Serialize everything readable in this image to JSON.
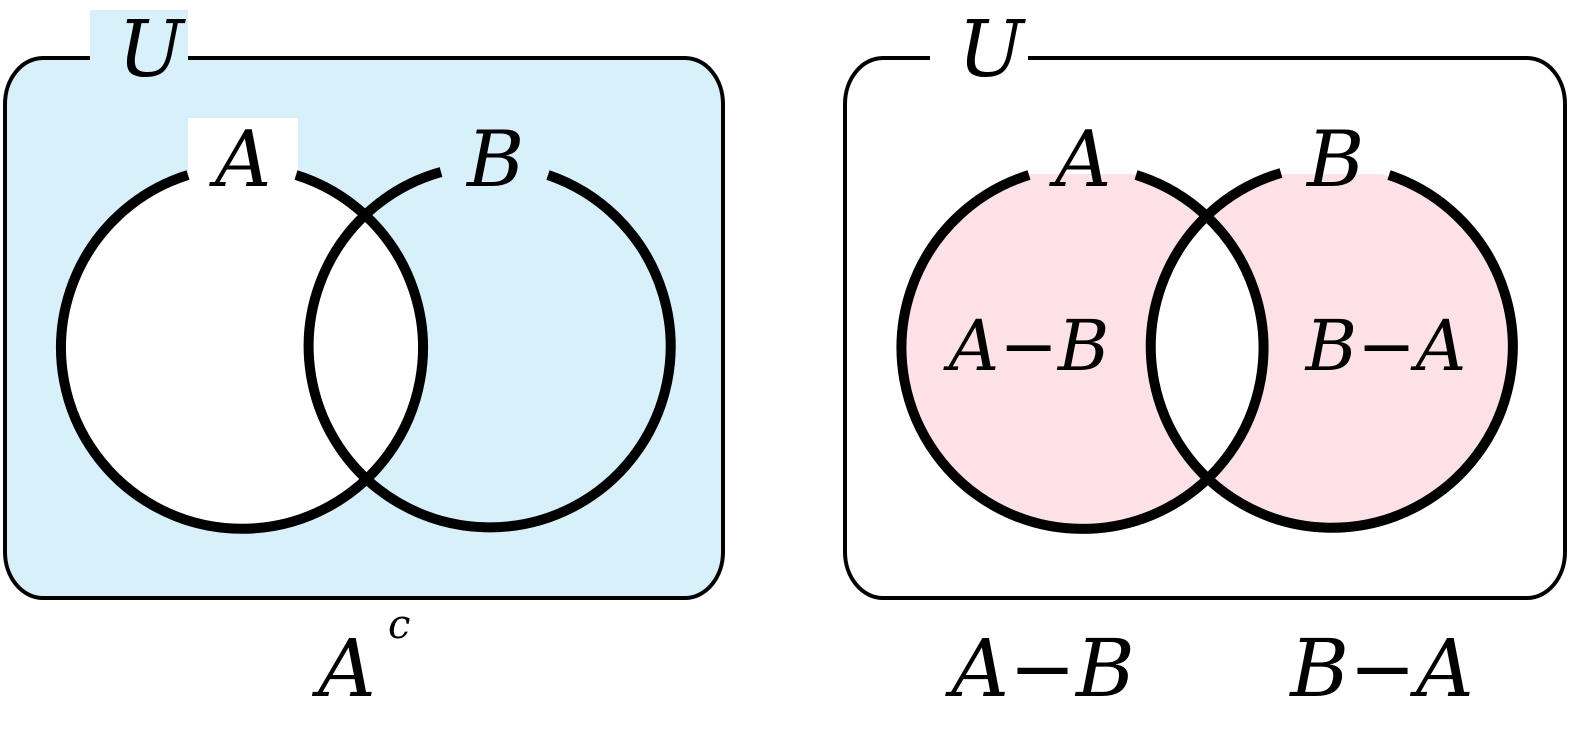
{
  "colors": {
    "complement_fill": "#d8f0fa",
    "difference_fill": "#fce1e6",
    "stroke": "#000000",
    "background": "#ffffff"
  },
  "left_diagram": {
    "universe_label": "U",
    "set_a_label": "A",
    "set_b_label": "B",
    "caption_base": "A",
    "caption_superscript": "c",
    "shaded_region": "complement of A"
  },
  "right_diagram": {
    "universe_label": "U",
    "set_a_label": "A",
    "set_b_label": "B",
    "region_a_minus_b": "A−B",
    "region_b_minus_a": "B−A",
    "caption_left": "A−B",
    "caption_right": "B−A",
    "shaded_region": "symmetric difference"
  }
}
